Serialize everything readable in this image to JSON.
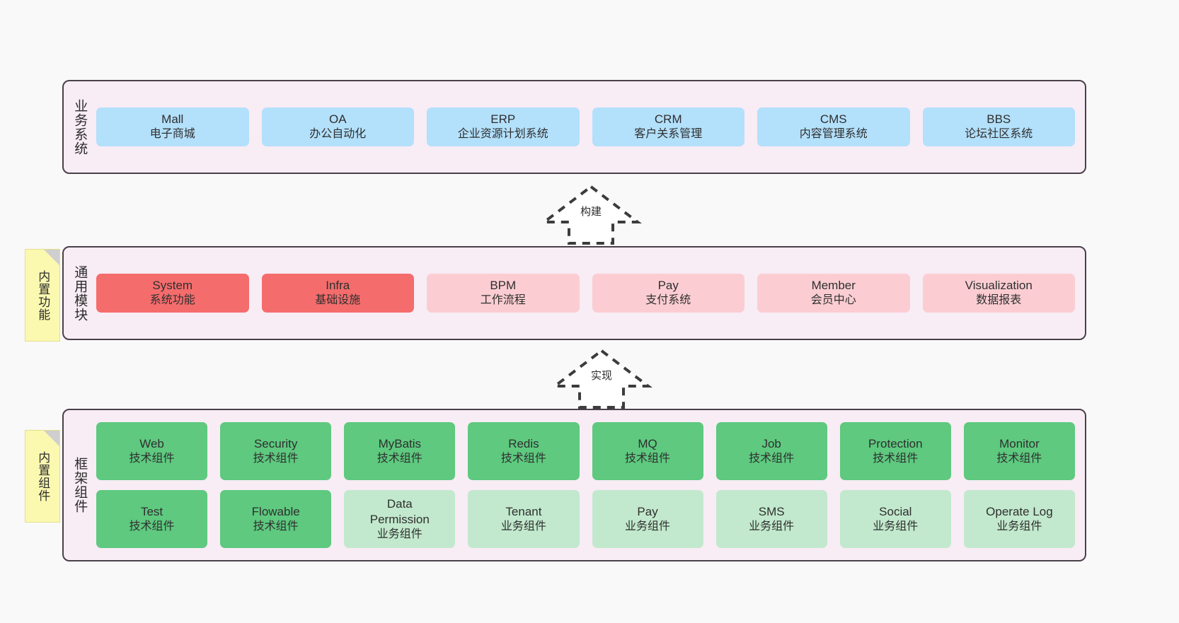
{
  "diagram": {
    "background_color": "#f9f9f9",
    "layer_fill": "#f8ecf5",
    "layer_border": "#4a414a"
  },
  "layers": [
    {
      "id": "business-systems",
      "title": "业务系统",
      "rows": [
        {
          "nodes": [
            {
              "main": "Mall",
              "sub": "电子商城",
              "style": "blue"
            },
            {
              "main": "OA",
              "sub": "办公自动化",
              "style": "blue"
            },
            {
              "main": "ERP",
              "sub": "企业资源计划系统",
              "style": "blue"
            },
            {
              "main": "CRM",
              "sub": "客户关系管理",
              "style": "blue"
            },
            {
              "main": "CMS",
              "sub": "内容管理系统",
              "style": "blue"
            },
            {
              "main": "BBS",
              "sub": "论坛社区系统",
              "style": "blue"
            }
          ]
        }
      ]
    },
    {
      "id": "common-modules",
      "title": "通用模块",
      "note": "内置功能",
      "rows": [
        {
          "nodes": [
            {
              "main": "System",
              "sub": "系统功能",
              "style": "red"
            },
            {
              "main": "Infra",
              "sub": "基础设施",
              "style": "red"
            },
            {
              "main": "BPM",
              "sub": "工作流程",
              "style": "pink"
            },
            {
              "main": "Pay",
              "sub": "支付系统",
              "style": "pink"
            },
            {
              "main": "Member",
              "sub": "会员中心",
              "style": "pink"
            },
            {
              "main": "Visualization",
              "sub": "数据报表",
              "style": "pink"
            }
          ]
        }
      ]
    },
    {
      "id": "framework-components",
      "title": "框架组件",
      "note": "内置组件",
      "rows": [
        {
          "nodes": [
            {
              "main": "Web",
              "sub": "技术组件",
              "style": "green"
            },
            {
              "main": "Security",
              "sub": "技术组件",
              "style": "green"
            },
            {
              "main": "MyBatis",
              "sub": "技术组件",
              "style": "green"
            },
            {
              "main": "Redis",
              "sub": "技术组件",
              "style": "green"
            },
            {
              "main": "MQ",
              "sub": "技术组件",
              "style": "green"
            },
            {
              "main": "Job",
              "sub": "技术组件",
              "style": "green"
            },
            {
              "main": "Protection",
              "sub": "技术组件",
              "style": "green"
            },
            {
              "main": "Monitor",
              "sub": "技术组件",
              "style": "green"
            }
          ]
        },
        {
          "nodes": [
            {
              "main": "Test",
              "sub": "技术组件",
              "style": "green"
            },
            {
              "main": "Flowable",
              "sub": "技术组件",
              "style": "green"
            },
            {
              "main": "Data Permission",
              "sub": "业务组件",
              "style": "lightgreen"
            },
            {
              "main": "Tenant",
              "sub": "业务组件",
              "style": "lightgreen"
            },
            {
              "main": "Pay",
              "sub": "业务组件",
              "style": "lightgreen"
            },
            {
              "main": "SMS",
              "sub": "业务组件",
              "style": "lightgreen"
            },
            {
              "main": "Social",
              "sub": "业务组件",
              "style": "lightgreen"
            },
            {
              "main": "Operate Log",
              "sub": "业务组件",
              "style": "lightgreen"
            }
          ]
        }
      ]
    }
  ],
  "connectors": [
    {
      "id": "build",
      "label": "构建",
      "direction": "up"
    },
    {
      "id": "implement",
      "label": "实现",
      "direction": "up"
    }
  ]
}
